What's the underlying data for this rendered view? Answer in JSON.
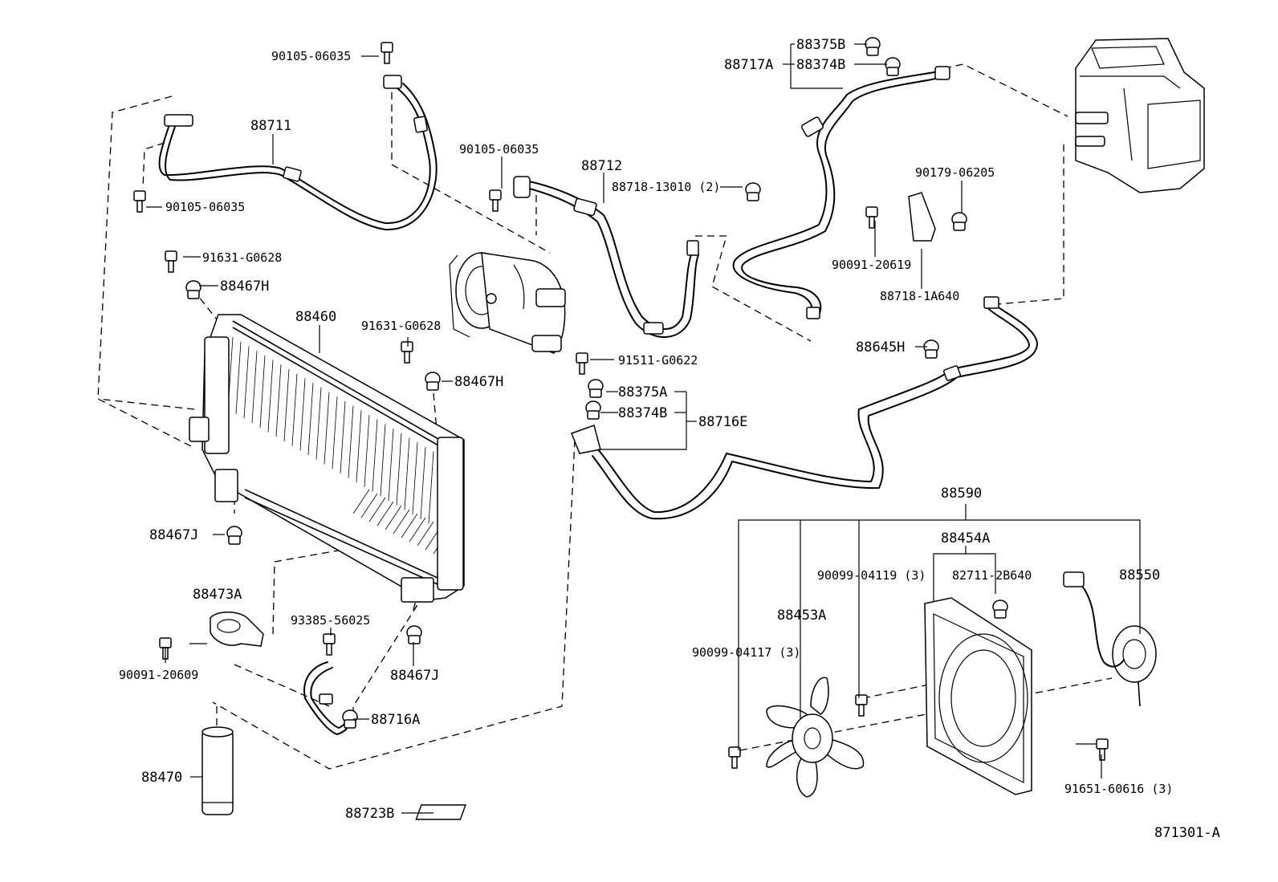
{
  "diagram_id": "871301-A",
  "labels": {
    "p90105_06035_top": "90105-06035",
    "p88711": "88711",
    "p90105_06035_left": "90105-06035",
    "p91631_G0628_left": "91631-G0628",
    "p88467H_left": "88467H",
    "p88460": "88460",
    "p91631_G0628_mid": "91631-G0628",
    "p88467H_mid": "88467H",
    "p88467J_left": "88467J",
    "p88473A": "88473A",
    "p90091_20609": "90091-20609",
    "p93385_56025": "93385-56025",
    "p88467J_bottom": "88467J",
    "p88716A": "88716A",
    "p88470": "88470",
    "p88723B": "88723B",
    "p90105_06035_mid": "90105-06035",
    "p88712": "88712",
    "p88718_13010": "88718-13010 (2)",
    "p91511_G0622": "91511-G0622",
    "p88375A": "88375A",
    "p88374B_mid": "88374B",
    "p88716E": "88716E",
    "p88375B": "88375B",
    "p88717A": "88717A",
    "p88374B_top": "88374B",
    "p90179_06205": "90179-06205",
    "p90091_20619": "90091-20619",
    "p88718_1A640": "88718-1A640",
    "p88645H": "88645H",
    "p88590": "88590",
    "p88454A": "88454A",
    "p90099_04119": "90099-04119 (3)",
    "p82711_2B640": "82711-2B640",
    "p88550": "88550",
    "p88453A": "88453A",
    "p90099_04117": "90099-04117 (3)",
    "p91651_60616": "91651-60616 (3)"
  }
}
